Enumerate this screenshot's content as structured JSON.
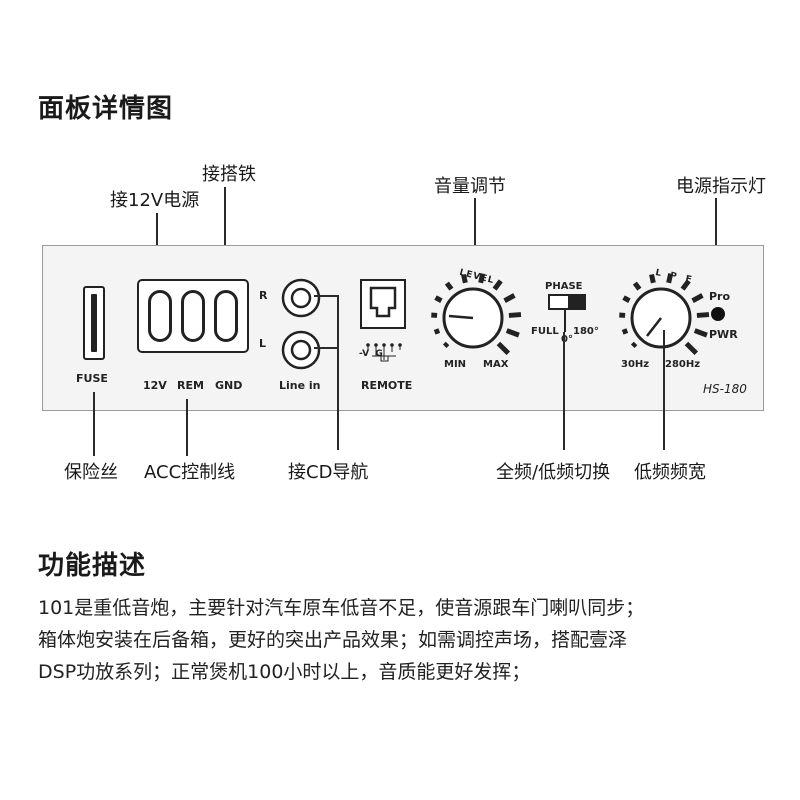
{
  "section_titles": {
    "panel_detail": "面板详情图",
    "function_desc": "功能描述"
  },
  "callouts": {
    "ground": "接搭铁",
    "power_12v": "接12V电源",
    "volume": "音量调节",
    "power_indicator": "电源指示灯",
    "fuse": "保险丝",
    "acc": "ACC控制线",
    "cd_nav": "接CD导航",
    "full_low_switch": "全频/低频切换",
    "low_bandwidth": "低频频宽"
  },
  "panel": {
    "fuse_label": "FUSE",
    "terminal_labels": [
      "12V",
      "REM",
      "GND"
    ],
    "channel_r": "R",
    "channel_l": "L",
    "line_in": "Line in",
    "remote": "REMOTE",
    "remote_pins": "-V  G",
    "level_arc": "LEVEL",
    "level_min": "MIN",
    "level_max": "MAX",
    "phase_title": "PHASE",
    "phase_full": "FULL",
    "phase_0": "0°",
    "phase_180": "180°",
    "lpf_arc": "L P F",
    "lpf_min": "30Hz",
    "lpf_max": "280Hz",
    "pro": "Pro",
    "pwr": "PWR",
    "model": "HS-180"
  },
  "description_lines": [
    "101是重低音炮，主要针对汽车原车低音不足，使音源跟车门喇叭同步；",
    "箱体炮安装在后备箱，更好的突出产品效果；如需调控声场，搭配壹泽",
    "DSP功放系列；正常煲机100小时以上，音质能更好发挥；"
  ]
}
